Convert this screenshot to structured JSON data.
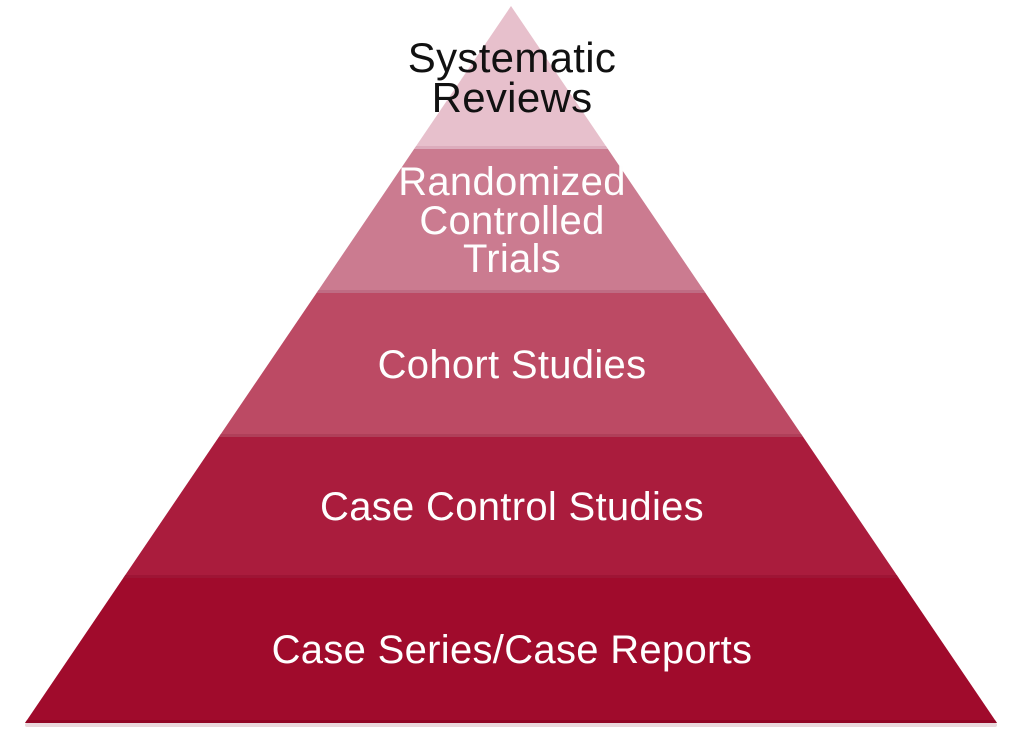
{
  "pyramid": {
    "description_colors": {
      "background": "#ffffff",
      "base_shadow": "#e9d8dc"
    },
    "levels": [
      {
        "id": "systematic-reviews",
        "lines": [
          "Systematic",
          "Reviews"
        ],
        "color": "#e7c0cc",
        "edge_color": "#d9a8b8",
        "text_color": "#111111"
      },
      {
        "id": "randomized-controlled-trials",
        "lines": [
          "Randomized",
          "Controlled",
          "Trials"
        ],
        "color": "#cb7b90",
        "edge_color": "#bd6a81",
        "text_color": "#fefefe"
      },
      {
        "id": "cohort-studies",
        "lines": [
          "Cohort Studies"
        ],
        "color": "#bc4a64",
        "edge_color": "#ad3d57",
        "text_color": "#fefefe"
      },
      {
        "id": "case-control-studies",
        "lines": [
          "Case Control Studies"
        ],
        "color": "#aa1c3d",
        "edge_color": "#9c1434",
        "text_color": "#fefefe"
      },
      {
        "id": "case-series-case-reports",
        "lines": [
          "Case Series/Case Reports"
        ],
        "color": "#a00b2c",
        "edge_color": "#8f0624",
        "text_color": "#fefefe"
      }
    ]
  }
}
